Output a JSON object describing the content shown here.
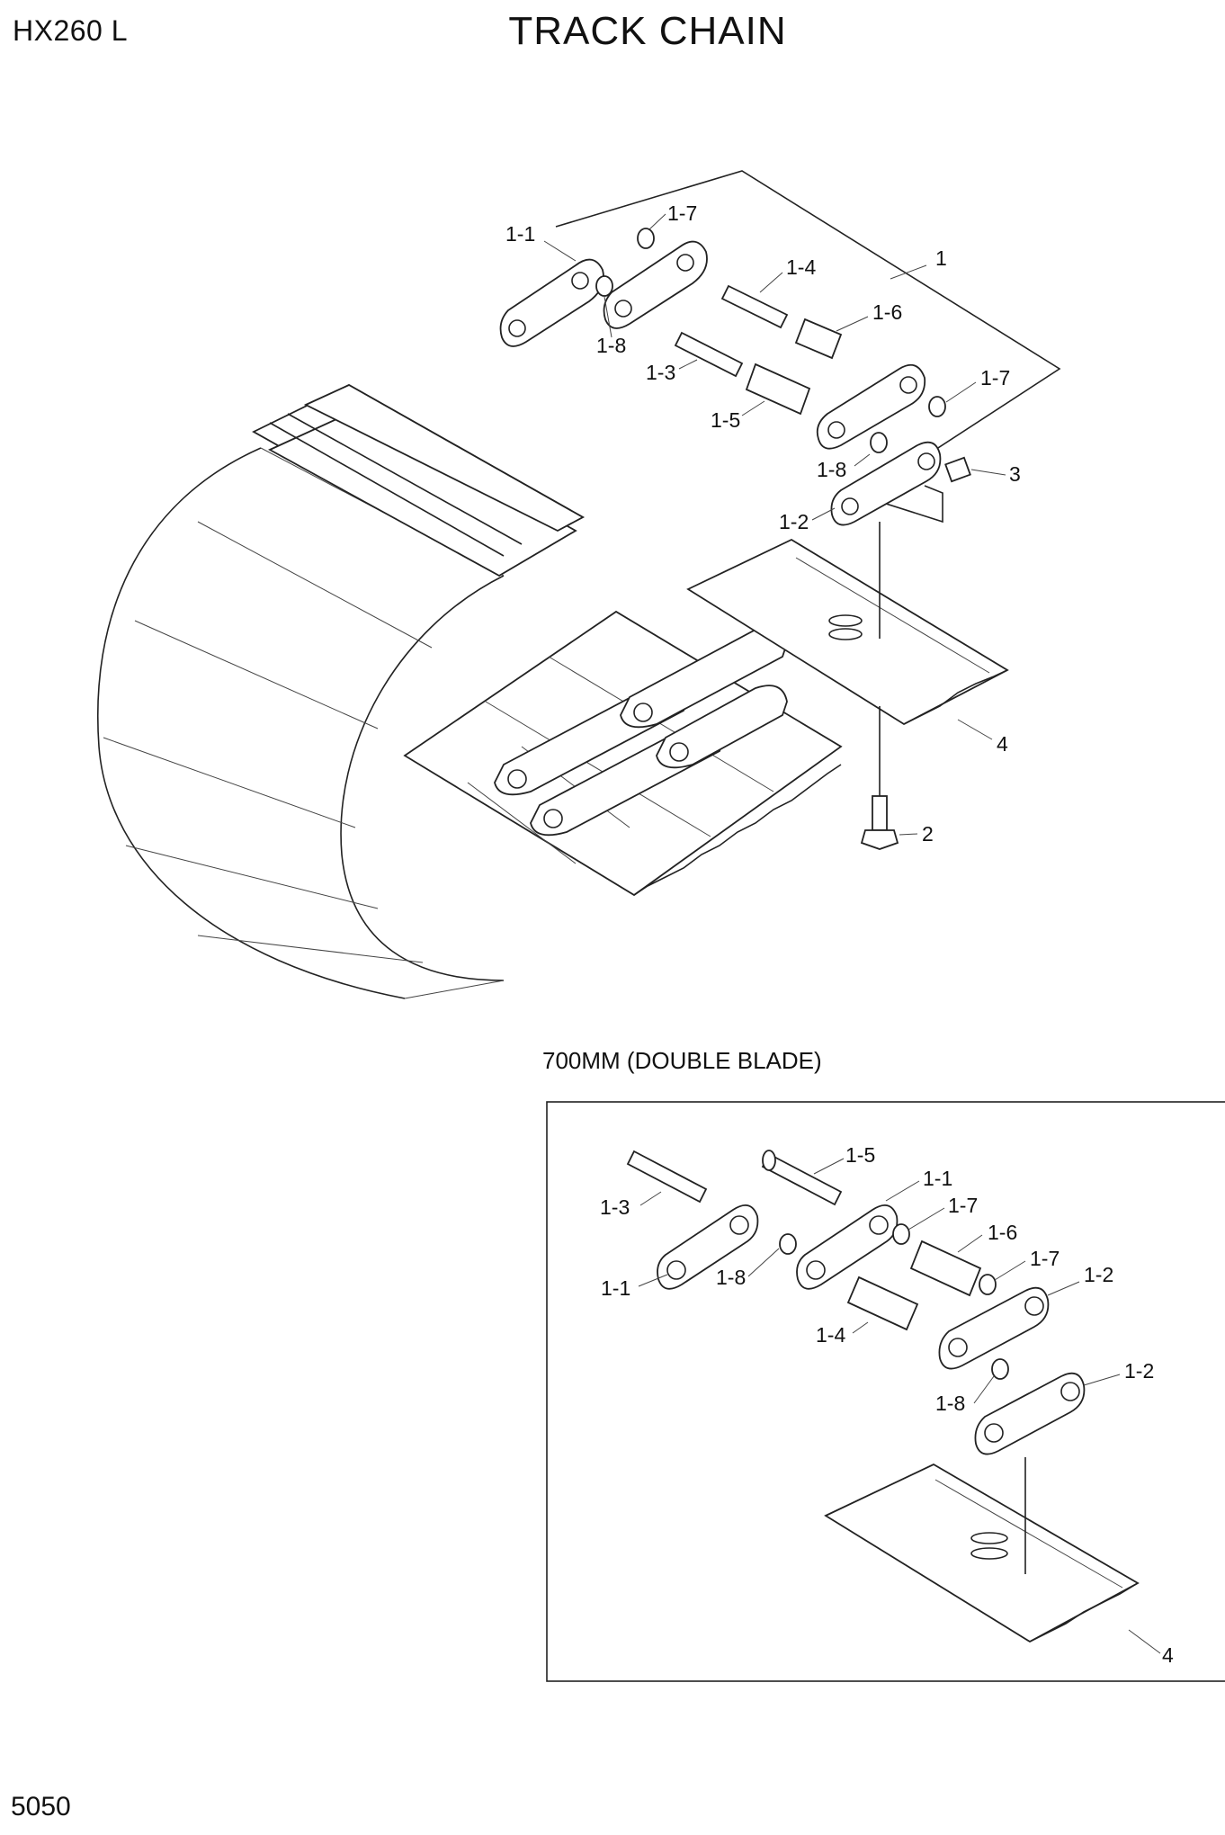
{
  "header": {
    "model": "HX260 L",
    "title": "TRACK CHAIN"
  },
  "footer": {
    "page_number": "5050"
  },
  "inset": {
    "caption": "700MM (DOUBLE BLADE)"
  },
  "callouts": {
    "main": [
      "1",
      "1-1",
      "1-7",
      "1-4",
      "1-8",
      "1-6",
      "1-3",
      "1-7",
      "1-5",
      "1-8",
      "3",
      "1-2",
      "4",
      "2"
    ],
    "inset": [
      "1-5",
      "1-1",
      "1-3",
      "1-7",
      "1-6",
      "1-7",
      "1-1",
      "1-8",
      "1-2",
      "1-4",
      "1-2",
      "1-8",
      "4"
    ]
  }
}
